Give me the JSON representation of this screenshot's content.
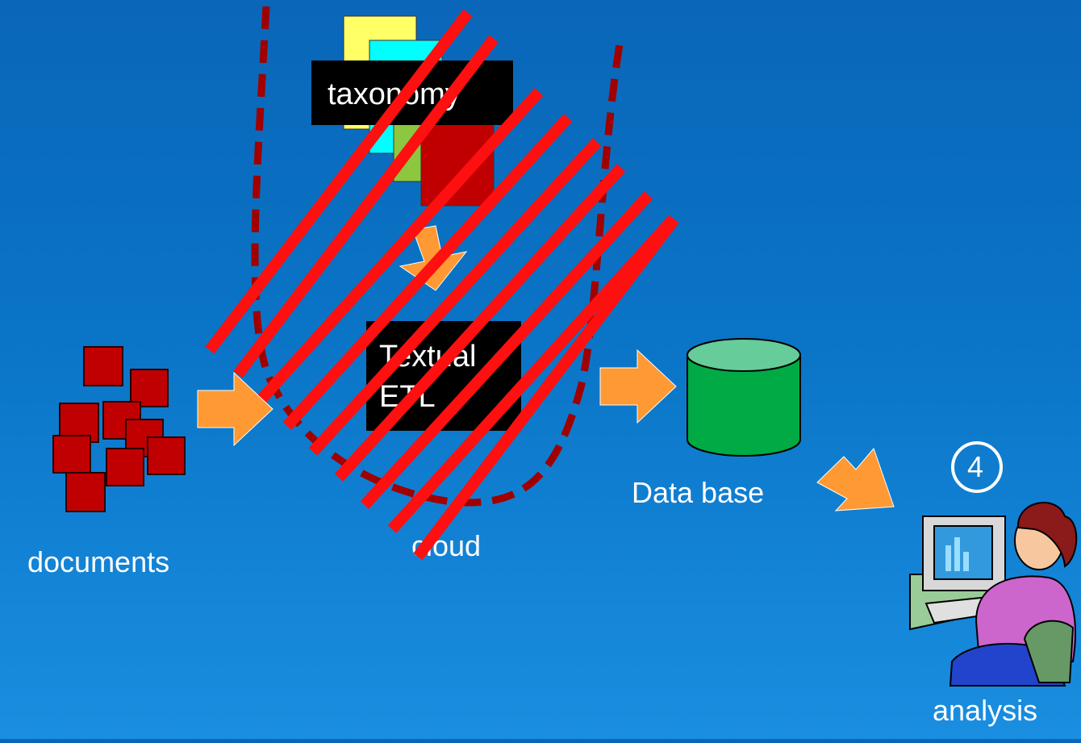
{
  "labels": {
    "taxonomy": "taxonomy",
    "textual_etl_line1": "Textual",
    "textual_etl_line2": "ETL",
    "documents": "documents",
    "cloud": "cloud",
    "database": "Data base",
    "analysis": "analysis",
    "step_number": "4"
  },
  "colors": {
    "background": "#0a6ec0",
    "document_fill": "#c00000",
    "arrow_fill": "#ff9933",
    "strike_line": "#ff1010",
    "cloud_border": "#a00000",
    "database_fill": "#00aa44",
    "database_top": "#66cc99"
  }
}
